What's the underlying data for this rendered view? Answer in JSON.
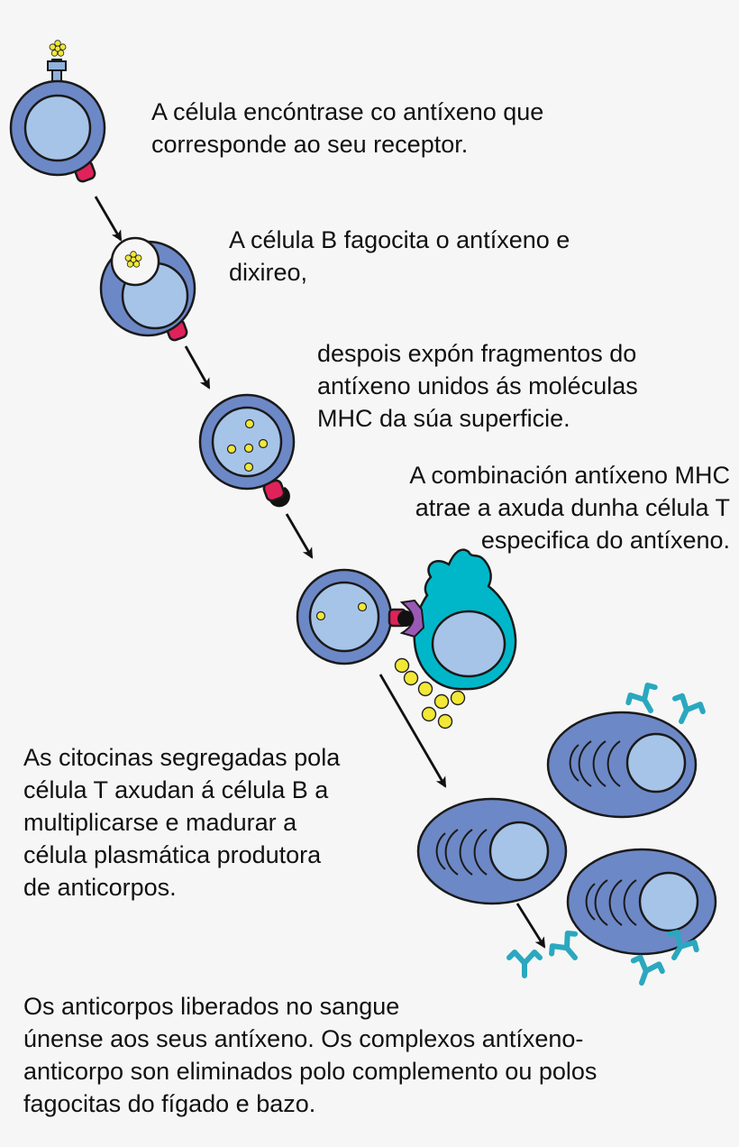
{
  "captions": {
    "step1": [
      "A célula encóntrase co antíxeno que",
      "corresponde ao seu receptor."
    ],
    "step2": [
      "A célula B fagocita o antíxeno e",
      "dixireo,"
    ],
    "step3": [
      "despois expón fragmentos do",
      "antíxeno unidos ás moléculas",
      "MHC da súa superficie."
    ],
    "step4": [
      "A combinación antíxeno MHC",
      "atrae a axuda dunha célula T",
      "especifica do antíxeno."
    ],
    "step5": [
      "As citocinas segregadas pola",
      "célula T axudan á célula B a",
      "multiplicarse  e madurar a",
      "célula plasmática produtora",
      "de anticorpos."
    ],
    "step6": [
      "Os anticorpos liberados no sangue",
      "únense aos seus antíxeno. Os complexos antíxeno-",
      "anticorpo son eliminados polo complemento ou polos",
      "fagocitas do fígado e bazo."
    ]
  },
  "colors": {
    "b_cell_membrane": "#6d88c6",
    "b_cell_nucleus": "#a6c4e8",
    "outline": "#1a1a1a",
    "receptor": "#e0225a",
    "antigen": "#f2e836",
    "t_cell": "#00b7c9",
    "t_cell_receptor": "#9b59b6",
    "antibody": "#2aa8bf"
  }
}
